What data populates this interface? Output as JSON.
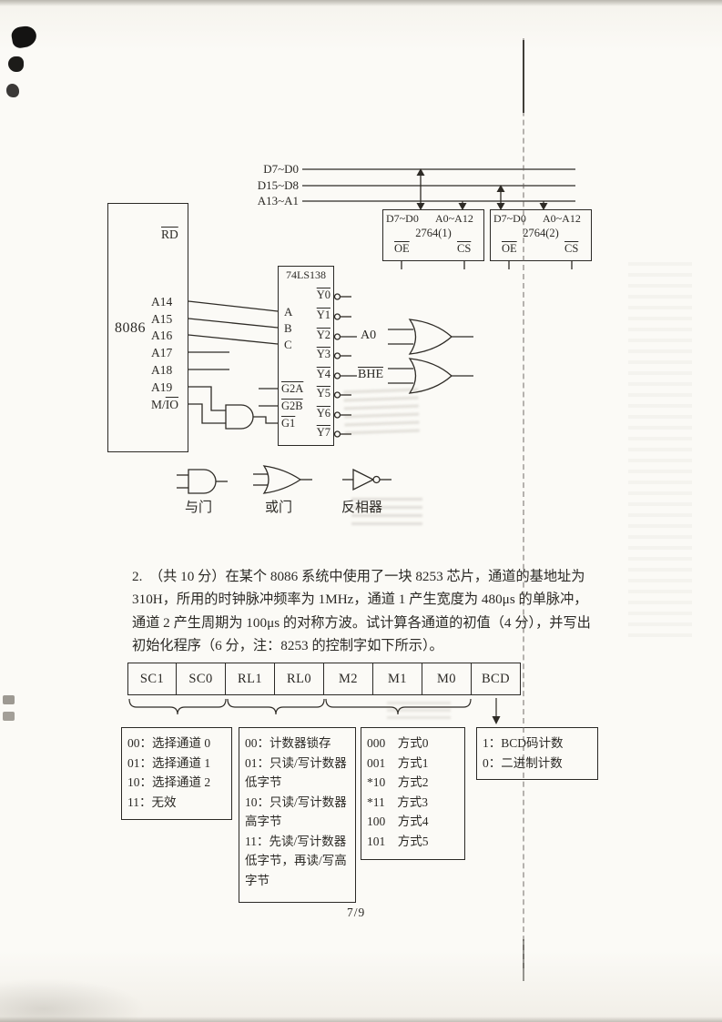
{
  "page": {
    "number": "7/9"
  },
  "circuit": {
    "bus": [
      "D7~D0",
      "D15~D8",
      "A13~A1"
    ],
    "cpu": {
      "name": "8086",
      "rd": "RD",
      "addr": [
        "A14",
        "A15",
        "A16",
        "A17",
        "A18",
        "A19"
      ],
      "mio_prefix": "M/",
      "mio_bar": "IO"
    },
    "decoder": {
      "name": "74LS138",
      "abc": [
        "A",
        "B",
        "C"
      ],
      "gates": [
        "G2A",
        "G2B",
        "G1"
      ],
      "outputs": [
        "Y0",
        "Y1",
        "Y2",
        "Y3",
        "Y4",
        "Y5",
        "Y6",
        "Y7"
      ]
    },
    "rom1": {
      "data": "D7~D0",
      "addr": "A0~A12",
      "name": "2764(1)",
      "oe": "OE",
      "cs": "CS"
    },
    "rom2": {
      "data": "D7~D0",
      "addr": "A0~A12",
      "name": "2764(2)",
      "oe": "OE",
      "cs": "CS"
    },
    "sig_a0": "A0",
    "sig_bhe": "BHE",
    "legend": {
      "and": "与门",
      "or": "或门",
      "not": "反相器"
    }
  },
  "question": {
    "l1": "2.　（共 10 分）在某个 8086 系统中使用了一块 8253 芯片，通道的基地址为",
    "l2": "310H，所用的时钟脉冲频率为 1MHz，通道 1 产生宽度为 480μs 的单脉冲，",
    "l3": "通道 2 产生周期为 100μs 的对称方波。试计算各通道的初值（4 分），并写出",
    "l4": "初始化程序（6 分，注：8253 的控制字如下所示）。"
  },
  "control_word": {
    "cells": [
      "SC1",
      "SC0",
      "RL1",
      "RL0",
      "M2",
      "M1",
      "M0",
      "BCD"
    ]
  },
  "legend_boxes": {
    "channel": [
      "00：选择通道 0",
      "01：选择通道 1",
      "10：选择通道 2",
      "11：无效"
    ],
    "rw": [
      "00：计数器锁存",
      "01：只读/写计数器低字节",
      "10：只读/写计数器高字节",
      "11：先读/写计数器低字节，再读/写高字节"
    ],
    "mode": [
      "000　方式0",
      "001　方式1",
      "*10　方式2",
      "*11　方式3",
      "100　方式4",
      "101　方式5"
    ],
    "bcd": [
      "1：BCD码计数",
      "0：二进制计数"
    ]
  }
}
